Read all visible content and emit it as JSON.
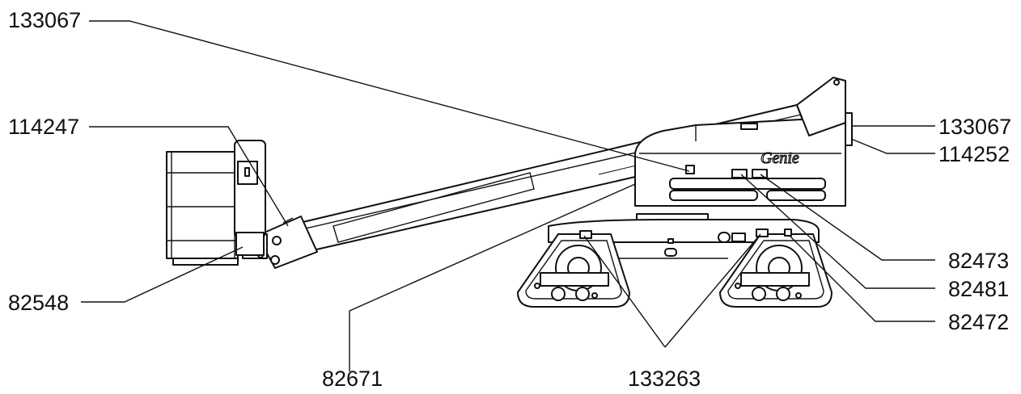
{
  "brand": "Genie",
  "callouts": [
    {
      "id": "c1",
      "label": "133067"
    },
    {
      "id": "c2",
      "label": "114247"
    },
    {
      "id": "c3",
      "label": "82548"
    },
    {
      "id": "c4",
      "label": "82671"
    },
    {
      "id": "c5",
      "label": "133263"
    },
    {
      "id": "c6",
      "label": "133067"
    },
    {
      "id": "c7",
      "label": "114252"
    },
    {
      "id": "c8",
      "label": "82473"
    },
    {
      "id": "c9",
      "label": "82481"
    },
    {
      "id": "c10",
      "label": "82472"
    }
  ]
}
